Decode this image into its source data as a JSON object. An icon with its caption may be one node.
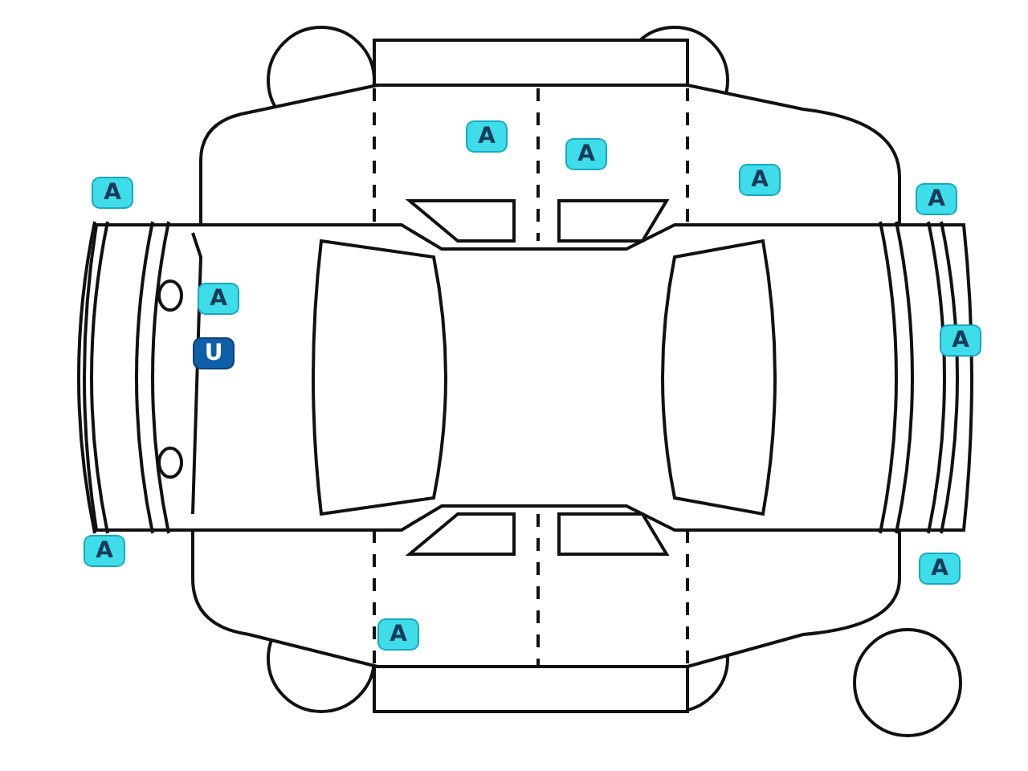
{
  "diagram": {
    "nodes": [
      {
        "text": [
          "A"
        ]
      },
      {
        "text": [
          "A"
        ]
      },
      {
        "text": [
          "A"
        ]
      },
      {
        "text": [
          "A"
        ]
      },
      {
        "text": [
          "A"
        ]
      },
      {
        "text": [
          "A"
        ]
      },
      {
        "text": [
          "A"
        ]
      },
      {
        "text": [
          "U"
        ]
      },
      {
        "text": [
          "A"
        ]
      },
      {
        "text": [
          "A"
        ]
      },
      {
        "text": [
          "A"
        ]
      }
    ]
  }
}
